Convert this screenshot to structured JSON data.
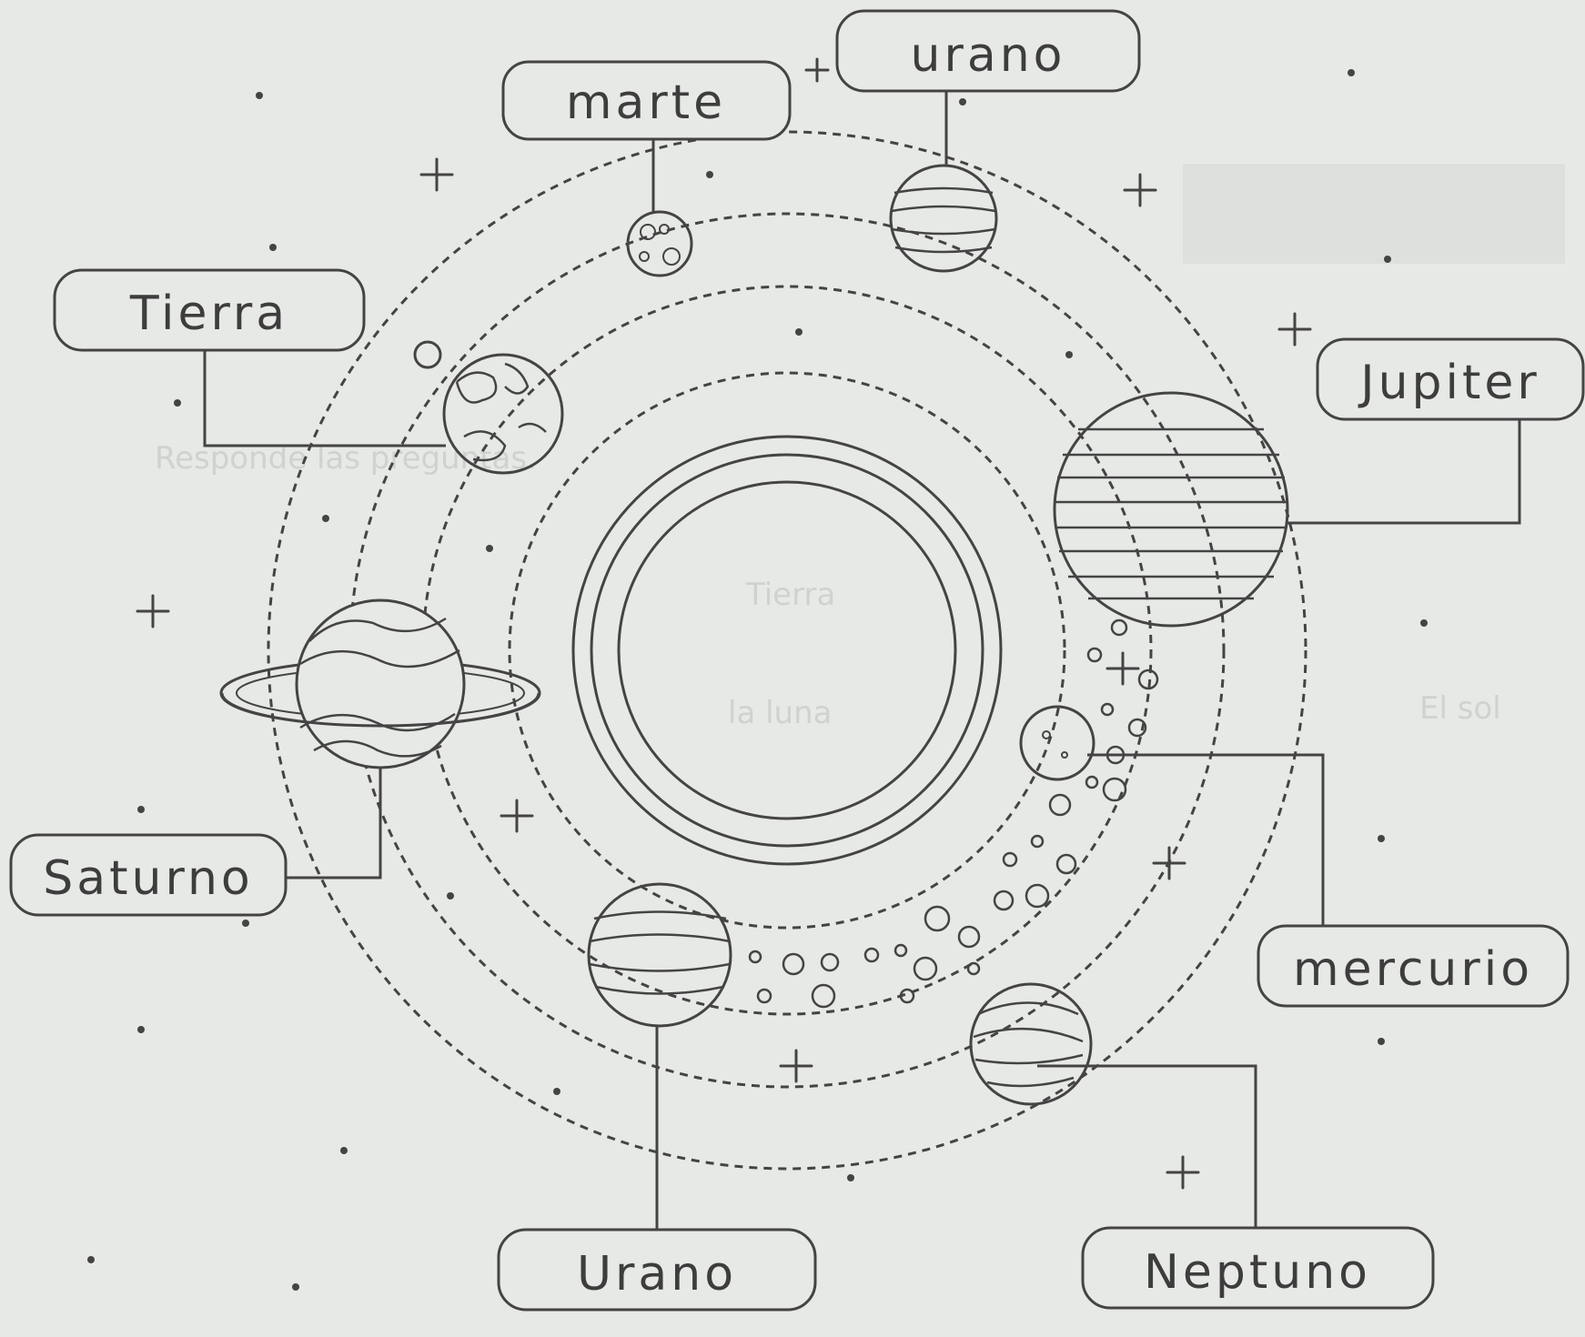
{
  "diagram": {
    "labels": {
      "marte": "marte",
      "urano_top": "urano",
      "tierra": "Tierra",
      "jupiter": "Jupiter",
      "saturno": "Saturno",
      "mercurio": "mercurio",
      "urano_bottom": "Urano",
      "neptuno": "Neptuno"
    },
    "show_through": {
      "line_1": "Responde las preguntas.",
      "line_2": "El sol",
      "line_3": "la luna",
      "line_4": "Tierra"
    },
    "colors": {
      "paper": "#e7e9e6",
      "ink": "#444444",
      "ghost": "#cfd2cf"
    }
  }
}
